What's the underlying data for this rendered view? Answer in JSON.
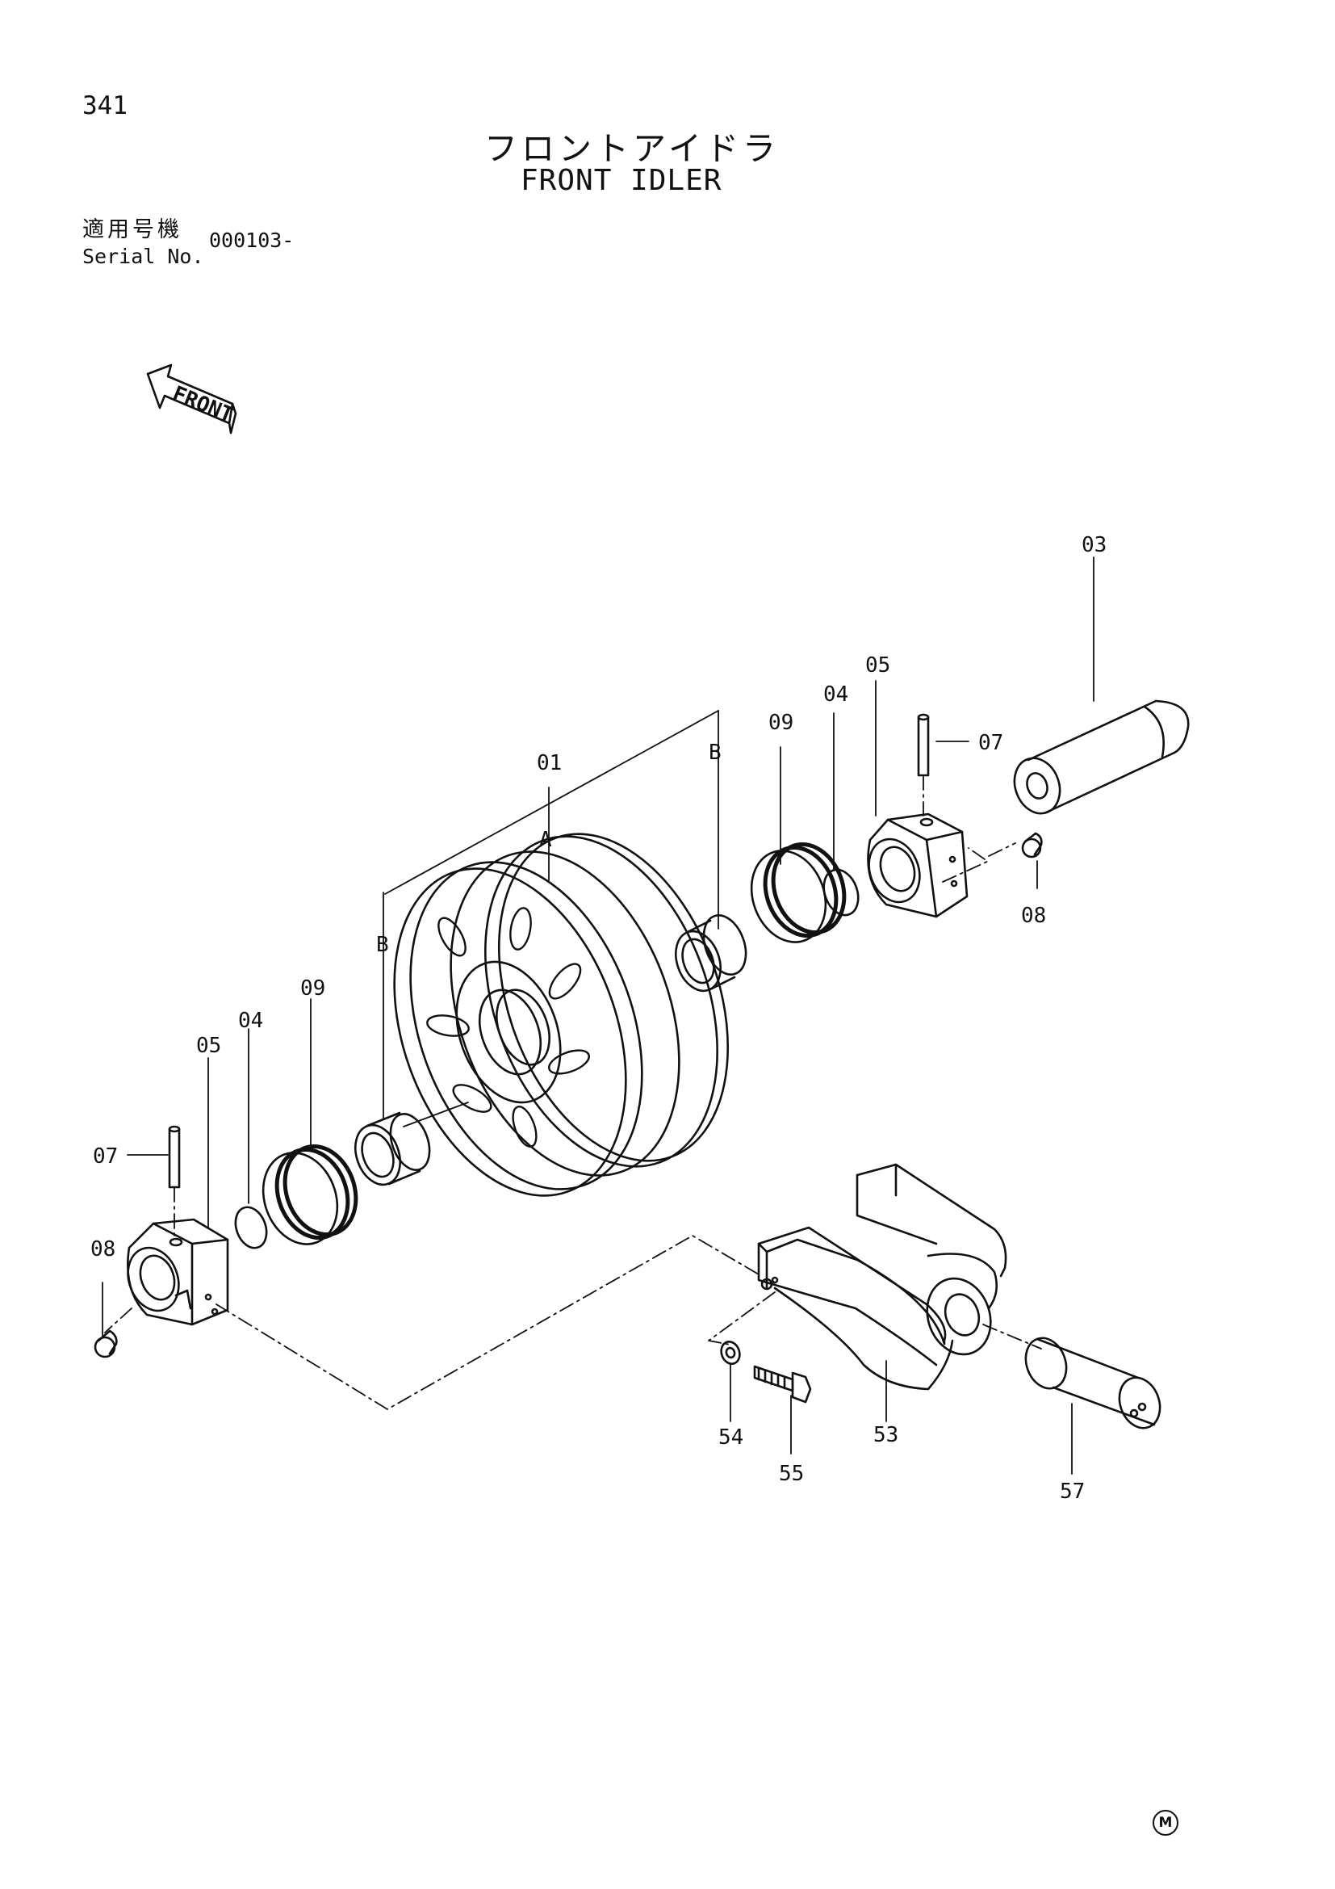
{
  "header": {
    "page_number": "341",
    "title_ja": "フロントアイドラ",
    "title_en": "FRONT IDLER",
    "serial_label_ja": "適用号機",
    "serial_label_en": "Serial No.",
    "serial_value": "000103-"
  },
  "front_arrow_label": "FRONT",
  "diagram": {
    "callouts": [
      "01",
      "03",
      "04",
      "04",
      "05",
      "05",
      "07",
      "07",
      "08",
      "08",
      "09",
      "09",
      "53",
      "54",
      "55",
      "57"
    ],
    "section_marks": [
      "A",
      "B",
      "B"
    ]
  },
  "footer_mark": "M",
  "colors": {
    "line": "#111111",
    "background": "#ffffff"
  }
}
